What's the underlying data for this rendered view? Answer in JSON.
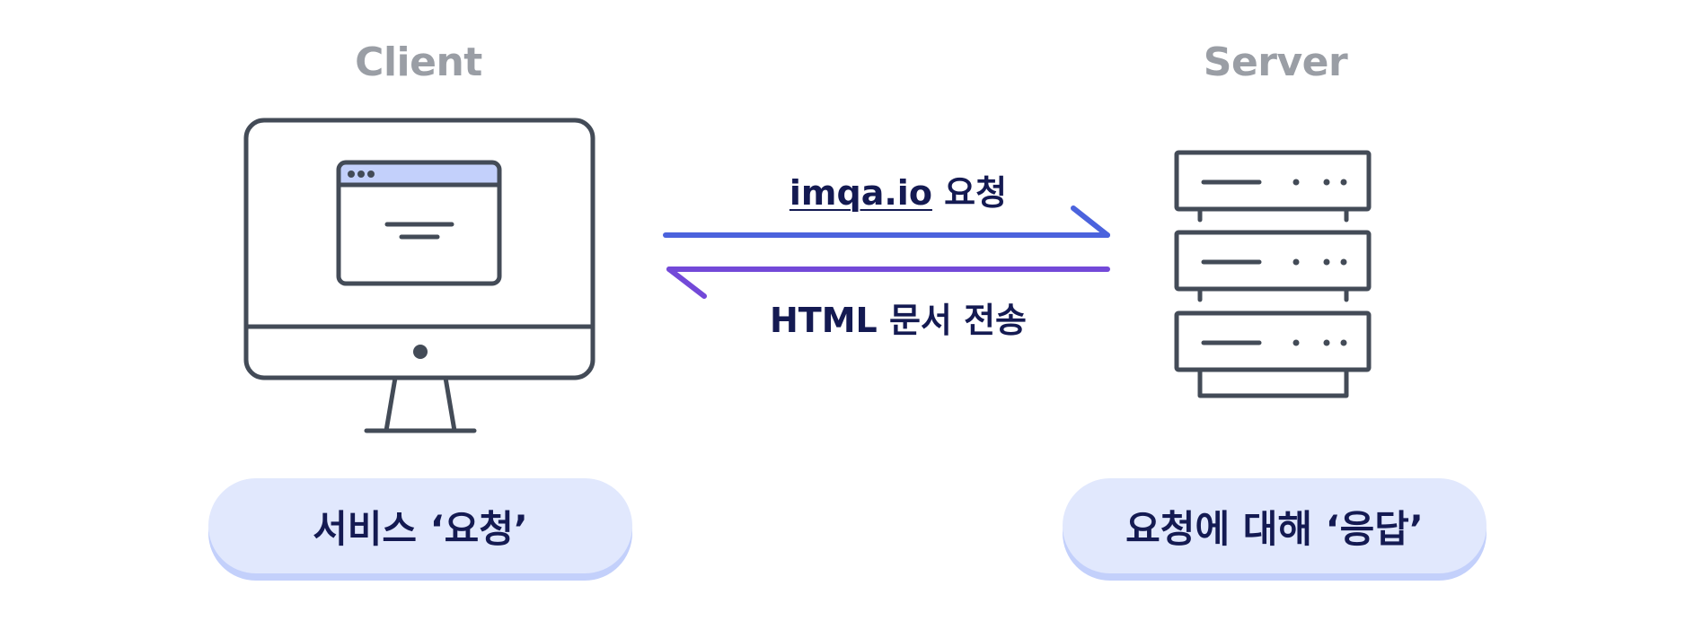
{
  "client": {
    "title": "Client",
    "action_label": "서비스 ‘요청’"
  },
  "server": {
    "title": "Server",
    "action_label": "요청에 대해 ‘응답’"
  },
  "request_arrow": {
    "link_text": "imqa.io",
    "suffix_text": " 요청",
    "color": "#4b63dd"
  },
  "response_arrow": {
    "text": "HTML 문서 전송",
    "color": "#7349d8"
  },
  "colors": {
    "icon_stroke": "#434b57",
    "browser_titlebar": "#c3d0fb",
    "pill_fill": "#e1e8fd",
    "pill_shadow": "#c3d0fb",
    "heading": "#9a9ea5",
    "label_text": "#141a52"
  },
  "icons": {
    "client": "desktop-computer-icon",
    "server": "server-rack-icon"
  }
}
